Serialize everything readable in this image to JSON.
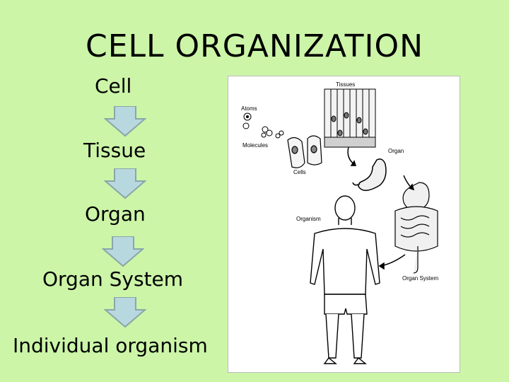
{
  "slide": {
    "title": "CELL ORGANIZATION",
    "levels": [
      "Cell",
      "Tissue",
      "Organ",
      "Organ System",
      "Individual organism"
    ]
  },
  "figure": {
    "labels": {
      "atoms": "Atoms",
      "molecules": "Molecules",
      "cells": "Cells",
      "tissues": "Tissues",
      "organ": "Organ",
      "organism": "Organism",
      "organ_system": "Organ System"
    }
  },
  "colors": {
    "background": "#ccf5a8",
    "arrow_fill": "#b8d8e0",
    "arrow_stroke": "#8aa6a8"
  }
}
